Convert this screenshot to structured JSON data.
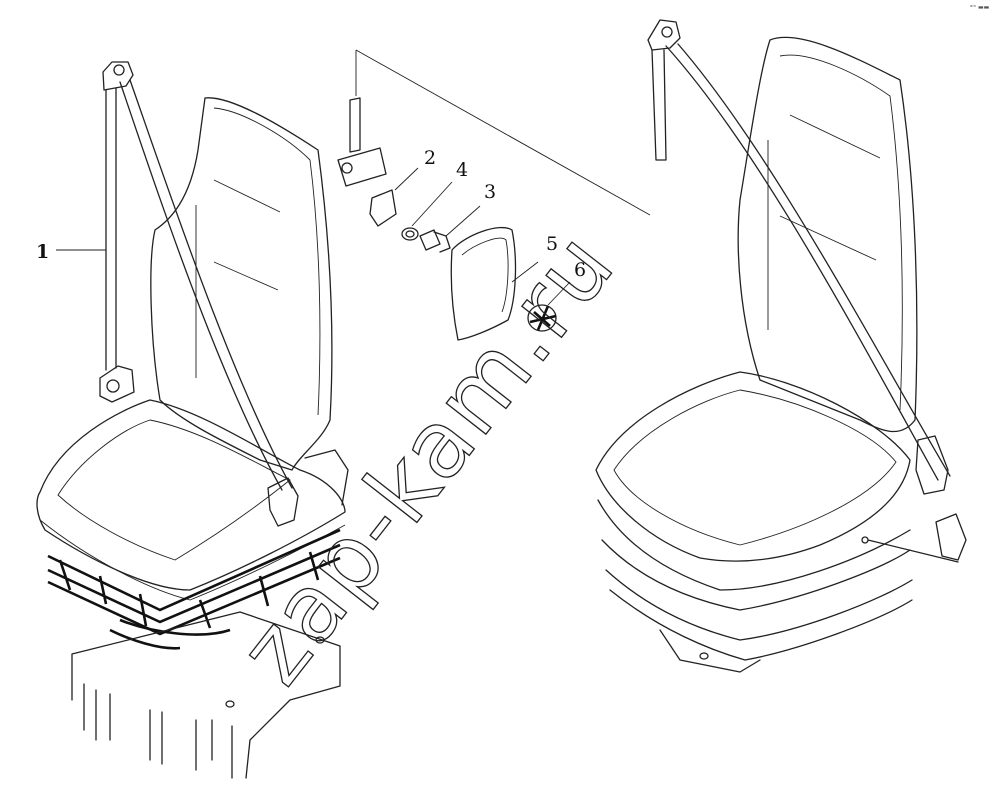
{
  "callouts": {
    "c1": "1",
    "c2": "2",
    "c3": "3",
    "c4": "4",
    "c5": "5",
    "c6": "6"
  },
  "watermark": "zap-kam.ru",
  "corner_mark": "ᵃᵐ ▬▬"
}
